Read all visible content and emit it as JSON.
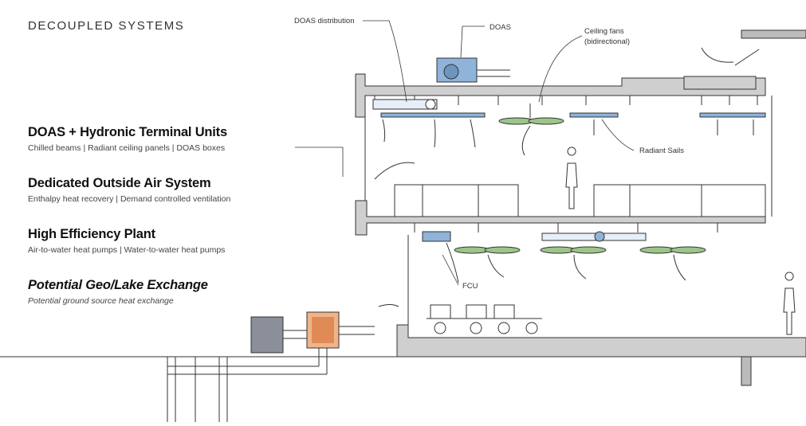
{
  "header": {
    "title": "DECOUPLED SYSTEMS"
  },
  "sections": [
    {
      "title": "DOAS + Hydronic Terminal Units",
      "subtitle": "Chilled beams | Radiant ceiling panels | DOAS boxes"
    },
    {
      "title": "Dedicated Outside Air System",
      "subtitle": "Enthalpy heat recovery | Demand controlled ventilation"
    },
    {
      "title": "High Efficiency Plant",
      "subtitle": "Air-to-water heat pumps | Water-to-water heat pumps"
    },
    {
      "title": "Potential Geo/Lake Exchange",
      "subtitle": "Potential ground source heat exchange"
    }
  ],
  "labels": {
    "doas_distribution": "DOAS distribution",
    "doas": "DOAS",
    "ceiling_fans_1": "Ceiling fans",
    "ceiling_fans_2": "(bidirectional)",
    "radiant_sails": "Radiant Sails",
    "fcu": "FCU"
  },
  "colors": {
    "duct_blue": "#8fb3d9",
    "fan_green": "#9cc58a",
    "heat_pump_gray": "#8a8f99",
    "heat_exchanger_orange": "#f0b48a",
    "slab_gray": "#9a9a9a"
  }
}
